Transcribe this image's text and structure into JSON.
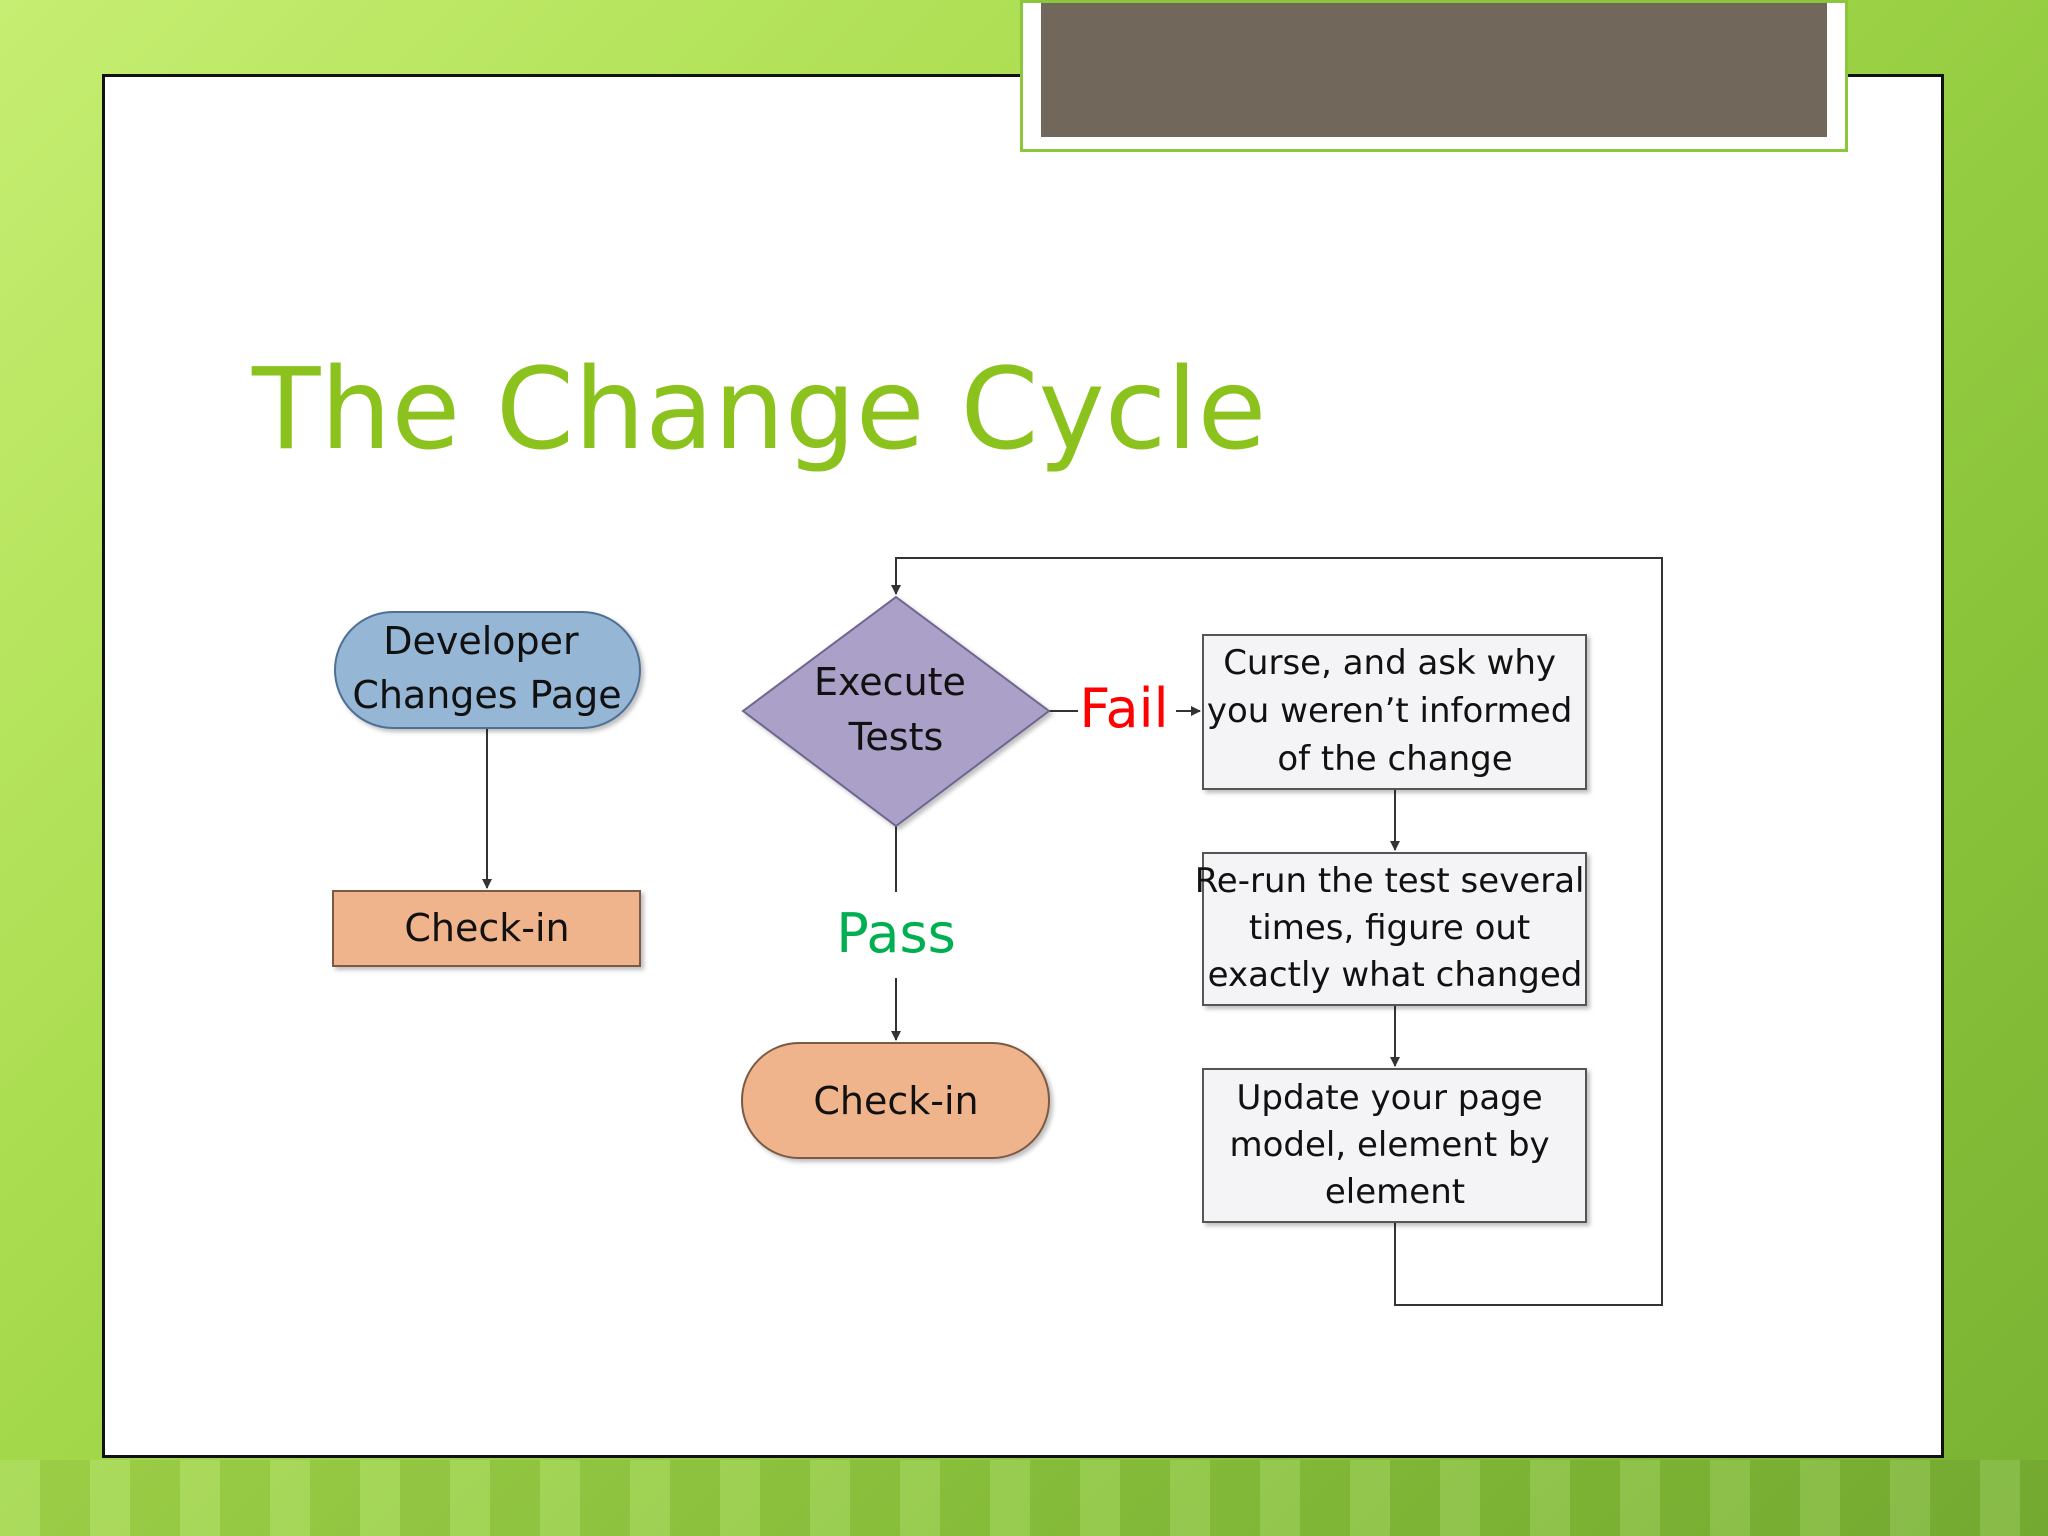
{
  "slide": {
    "title": "The Change Cycle"
  },
  "diagram": {
    "nodes": {
      "developer": [
        "Developer",
        "Changes Page"
      ],
      "checkin_left": [
        "Check-in"
      ],
      "execute": [
        "Execute",
        "Tests"
      ],
      "checkin_pass": [
        "Check-in"
      ],
      "curse": [
        "Curse, and ask why",
        "you weren’t informed",
        "of the change"
      ],
      "rerun": [
        "Re-run the test several",
        "times, figure out",
        "exactly what changed"
      ],
      "update": [
        "Update your page",
        "model, element by",
        "element"
      ]
    },
    "edge_labels": {
      "fail": "Fail",
      "pass": "Pass"
    }
  },
  "colors": {
    "title": "#8cc21e",
    "developer_fill": "#96b6d6",
    "checkin_fill": "#f0b48c",
    "execute_fill": "#aba0c7",
    "process_fill": "#f4f4f6",
    "fail": "#ff0000",
    "pass": "#00b050",
    "frame_accent": "#8cc63c",
    "top_box_fill": "#71685b"
  }
}
